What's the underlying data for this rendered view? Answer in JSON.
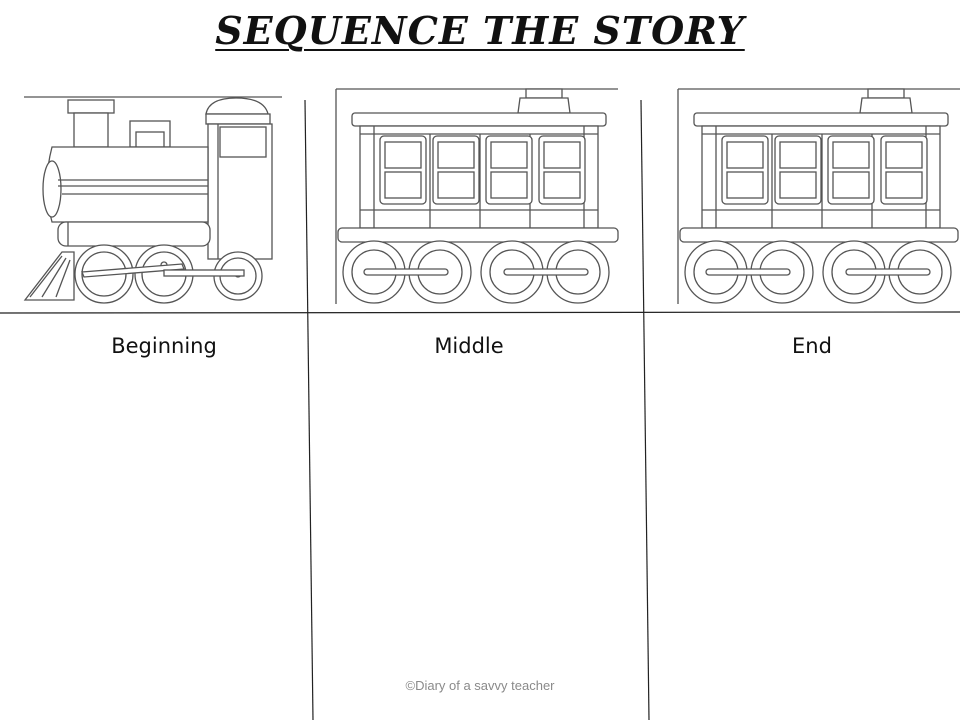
{
  "title": "SEQUENCE THE STORY",
  "columns": [
    {
      "label": "Beginning",
      "image": "locomotive-icon"
    },
    {
      "label": "Middle",
      "image": "passenger-car-icon"
    },
    {
      "label": "End",
      "image": "passenger-car-icon"
    }
  ],
  "footer": "©Diary of a savvy teacher",
  "colors": {
    "line": "#111111",
    "art": "#555555"
  }
}
